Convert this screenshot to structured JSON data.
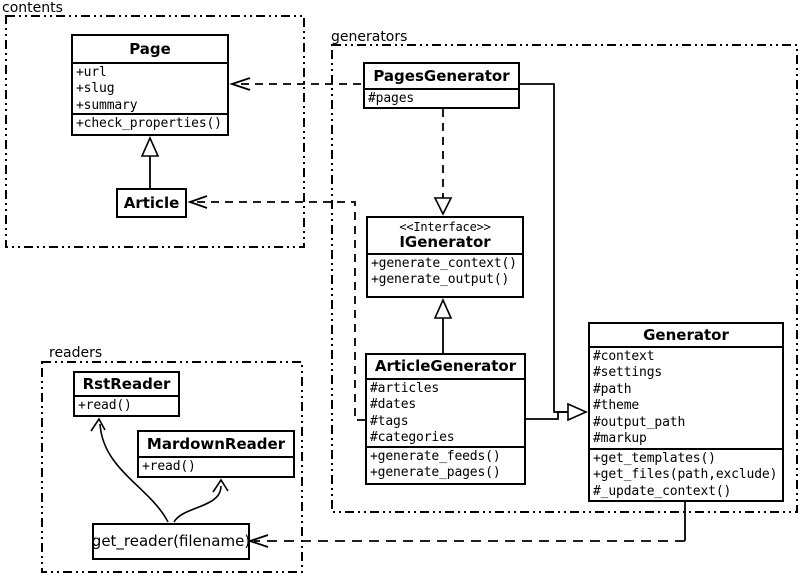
{
  "colors": {
    "ink": "#000000",
    "background": "#ffffff"
  },
  "packages": {
    "contents": {
      "label": "contents"
    },
    "generators": {
      "label": "generators"
    },
    "readers": {
      "label": "readers"
    }
  },
  "classes": {
    "page": {
      "title": "Page",
      "attributes": [
        "+url",
        "+slug",
        "+summary"
      ],
      "methods": [
        "+check_properties()"
      ]
    },
    "article": {
      "title": "Article"
    },
    "pages_generator": {
      "title": "PagesGenerator",
      "attributes": [
        "#pages"
      ]
    },
    "igenerator": {
      "stereotype": "<<Interface>>",
      "title": "IGenerator",
      "methods": [
        "+generate_context()",
        "+generate_output()"
      ]
    },
    "article_generator": {
      "title": "ArticleGenerator",
      "attributes": [
        "#articles",
        "#dates",
        "#tags",
        "#categories"
      ],
      "methods": [
        "+generate_feeds()",
        "+generate_pages()"
      ]
    },
    "generator": {
      "title": "Generator",
      "attributes": [
        "#context",
        "#settings",
        "#path",
        "#theme",
        "#output_path",
        "#markup"
      ],
      "methods": [
        "+get_templates()",
        "+get_files(path,exclude)",
        "#_update_context()"
      ]
    },
    "rst_reader": {
      "title": "RstReader",
      "methods": [
        "+read()"
      ]
    },
    "mardown_reader": {
      "title": "MardownReader",
      "methods": [
        "+read()"
      ]
    },
    "get_reader": {
      "title": "get_reader(filename)"
    }
  },
  "relationships": [
    {
      "from": "Article",
      "to": "Page",
      "type": "inheritance"
    },
    {
      "from": "PagesGenerator",
      "to": "Page",
      "type": "dependency"
    },
    {
      "from": "ArticleGenerator",
      "to": "Article",
      "type": "dependency"
    },
    {
      "from": "PagesGenerator",
      "to": "IGenerator",
      "type": "realization"
    },
    {
      "from": "ArticleGenerator",
      "to": "IGenerator",
      "type": "inheritance"
    },
    {
      "from": "PagesGenerator",
      "to": "Generator",
      "type": "inheritance"
    },
    {
      "from": "ArticleGenerator",
      "to": "Generator",
      "type": "inheritance"
    },
    {
      "from": "Generator",
      "to": "get_reader(filename)",
      "type": "dependency"
    },
    {
      "from": "get_reader(filename)",
      "to": "RstReader",
      "type": "arrow"
    },
    {
      "from": "get_reader(filename)",
      "to": "MardownReader",
      "type": "arrow"
    }
  ]
}
